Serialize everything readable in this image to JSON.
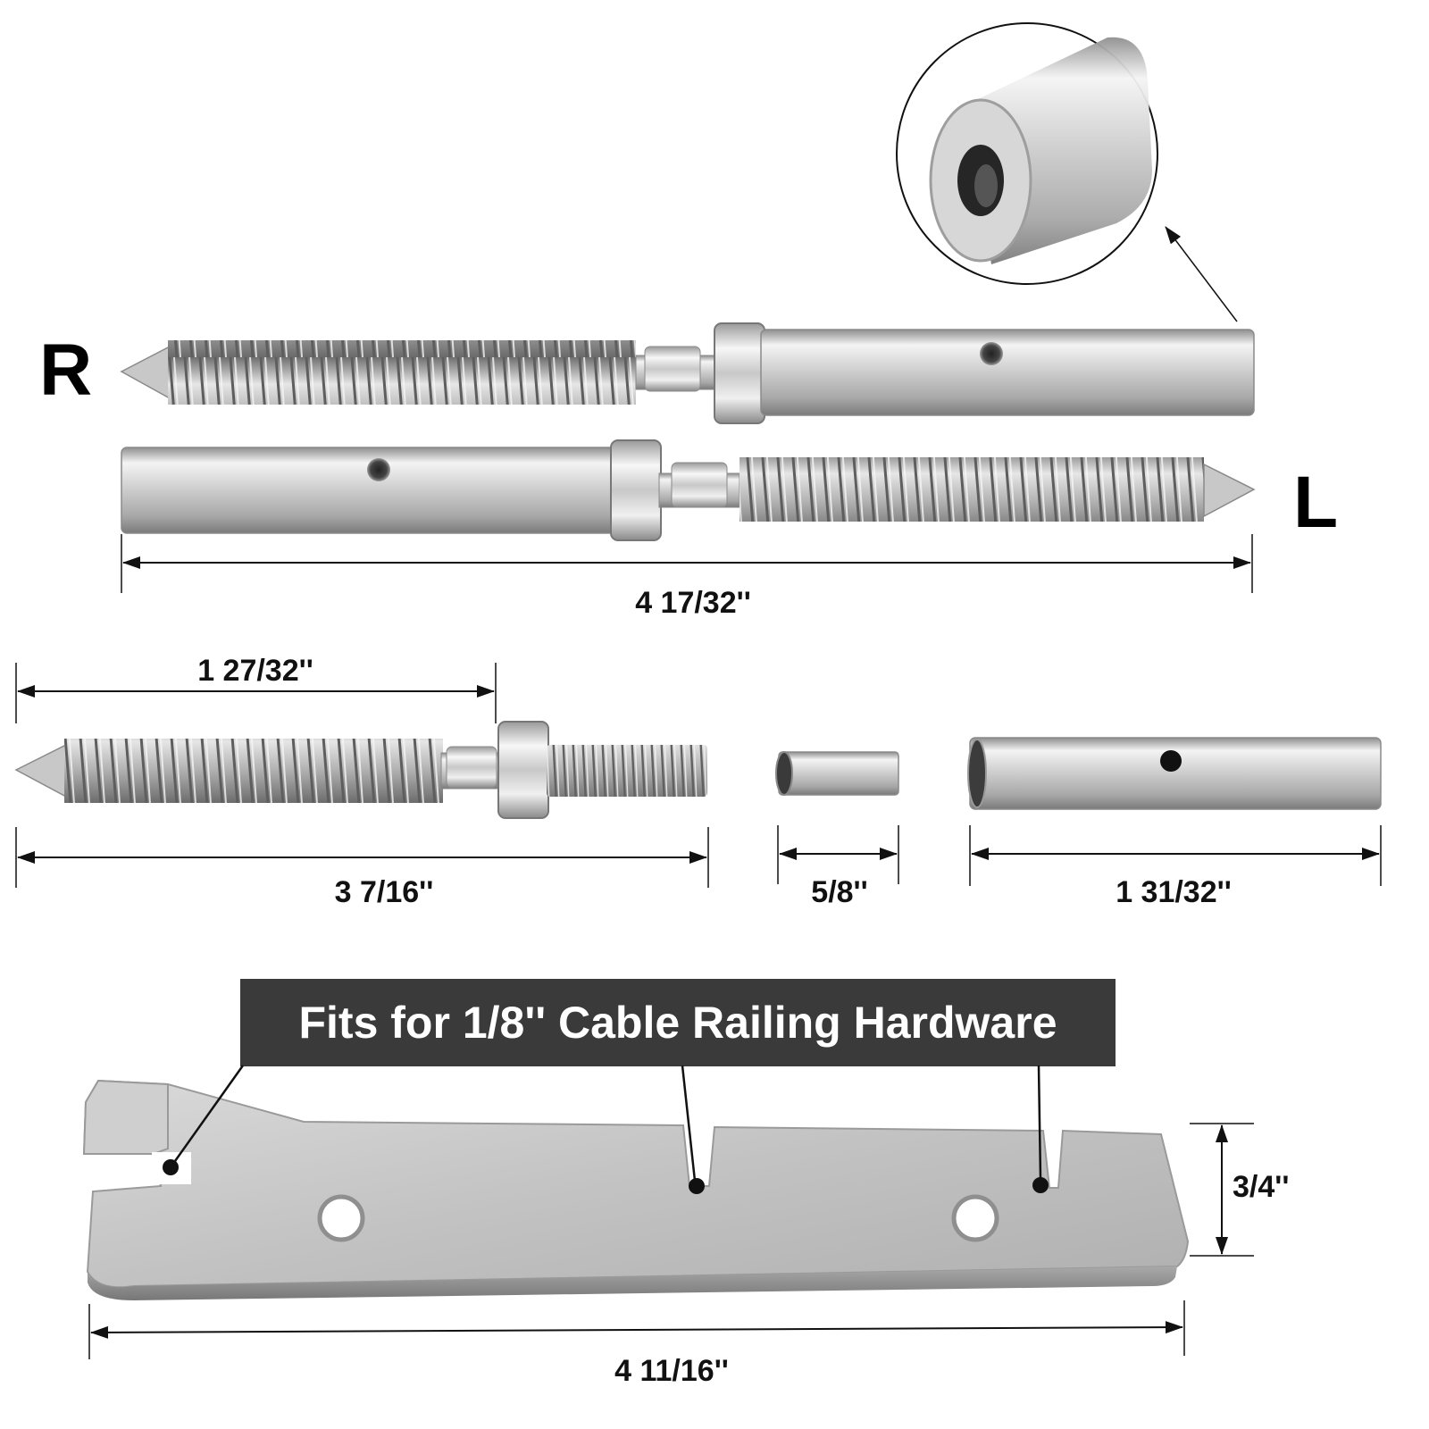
{
  "labels": {
    "right": "R",
    "left": "L"
  },
  "banner": {
    "text": "Fits for 1/8'' Cable Railing Hardware"
  },
  "dimensions": {
    "assembly_length": "4 17/32''",
    "screw_thread_length": "1 27/32''",
    "screw_total_length": "3 7/16''",
    "sleeve_length": "5/8''",
    "tube_length": "1 31/32''",
    "wrench_width": "3/4''",
    "wrench_length": "4 11/16''"
  },
  "colors": {
    "steel_light": "#eeeeee",
    "steel_mid": "#c4c4c4",
    "steel_dark": "#8a8a8a",
    "banner_bg": "#3a3a3a",
    "ink": "#111111"
  }
}
